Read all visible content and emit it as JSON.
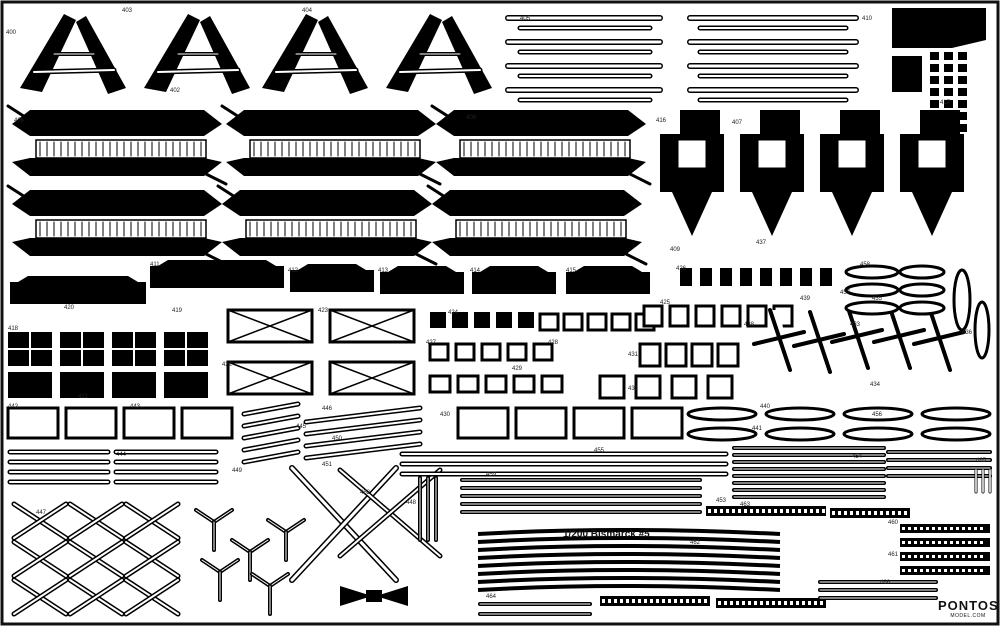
{
  "sheet": {
    "title": "1/200 Bismarck #5",
    "brand_name": "PONTOS",
    "brand_sub": "MODEL.COM",
    "ink": "#000000",
    "paper": "#ffffff",
    "frame": "#111111"
  },
  "labels": [
    "400",
    "402",
    "403",
    "404",
    "405",
    "406",
    "407",
    "408",
    "409",
    "410",
    "411",
    "412",
    "413",
    "414",
    "415",
    "416",
    "417",
    "418",
    "419",
    "420",
    "421",
    "422",
    "423",
    "424",
    "425",
    "426",
    "427",
    "428",
    "429",
    "430",
    "431",
    "432",
    "433",
    "434",
    "435",
    "436",
    "437",
    "438",
    "439",
    "440",
    "441",
    "442",
    "443",
    "444",
    "445",
    "446",
    "447",
    "448",
    "449",
    "450",
    "451",
    "452",
    "453",
    "454",
    "455",
    "456",
    "457",
    "458",
    "459",
    "460",
    "461",
    "462",
    "463",
    "464",
    "465",
    "466"
  ]
}
